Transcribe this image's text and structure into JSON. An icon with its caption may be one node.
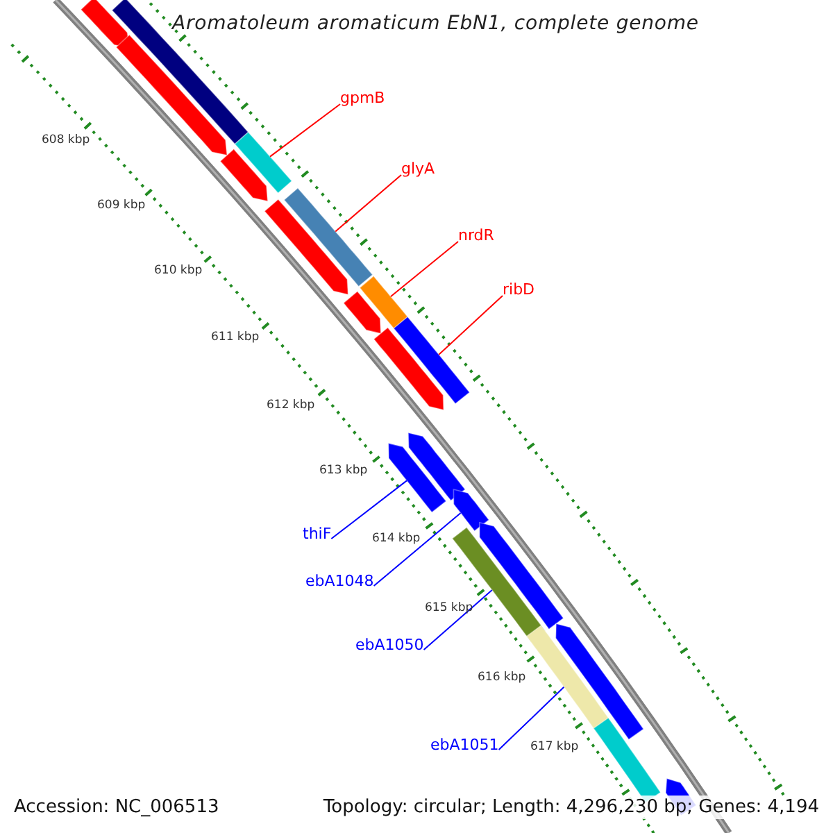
{
  "diagram": {
    "title": "Aromatoleum aromaticum EbN1, complete genome",
    "nodes": [
      {
        "text": [
          "gpmB"
        ]
      },
      {
        "text": [
          "glyA"
        ]
      },
      {
        "text": [
          "nrdR"
        ]
      },
      {
        "text": [
          "ribD"
        ]
      },
      {
        "text": [
          "thiF"
        ]
      },
      {
        "text": [
          "ebA1048"
        ]
      },
      {
        "text": [
          "ebA1050"
        ]
      },
      {
        "text": [
          "ebA1051"
        ]
      },
      {
        "text": [],
        "shape": "bar"
      },
      {
        "text": [],
        "shape": "arrow"
      },
      {
        "text": [],
        "shape": "arrow"
      },
      {
        "text": [],
        "shape": "bar"
      },
      {
        "text": [],
        "shape": "arrow"
      },
      {
        "text": [],
        "shape": "bar"
      },
      {
        "text": [],
        "shape": "arrow"
      },
      {
        "text": [],
        "shape": "bar"
      },
      {
        "text": [],
        "shape": "arrow"
      },
      {
        "text": [],
        "shape": "bar"
      },
      {
        "text": [],
        "shape": "arrow"
      },
      {
        "text": [],
        "shape": "arrow"
      },
      {
        "text": [],
        "shape": "arrow"
      },
      {
        "text": [],
        "shape": "arrow"
      },
      {
        "text": [],
        "shape": "arrow"
      },
      {
        "text": [],
        "shape": "bar"
      },
      {
        "text": [],
        "shape": "arrow"
      },
      {
        "text": [],
        "shape": "bar"
      },
      {
        "text": [],
        "shape": "bar"
      },
      {
        "text": [],
        "shape": "arrow"
      }
    ],
    "edges": [
      {
        "from": 0,
        "to": 11,
        "arrow": "none",
        "color": "#ff0000"
      },
      {
        "from": 1,
        "to": 13,
        "arrow": "none",
        "color": "#ff0000"
      },
      {
        "from": 2,
        "to": 15,
        "arrow": "none",
        "color": "#ff0000"
      },
      {
        "from": 3,
        "to": 17,
        "arrow": "none",
        "color": "#ff0000"
      },
      {
        "from": 4,
        "to": 20,
        "arrow": "none",
        "color": "#0000ff"
      },
      {
        "from": 5,
        "to": 21,
        "arrow": "none",
        "color": "#0000ff"
      },
      {
        "from": 6,
        "to": 23,
        "arrow": "none",
        "color": "#0000ff"
      },
      {
        "from": 7,
        "to": 25,
        "arrow": "none",
        "color": "#0000ff"
      }
    ],
    "labels": [
      "608 kbp",
      "609 kbp",
      "610 kbp",
      "611 kbp",
      "612 kbp",
      "613 kbp",
      "614 kbp",
      "615 kbp",
      "616 kbp",
      "617 kbp",
      "Accession: NC_006513",
      "Topology: circular; Length: 4,296,230 bp; Genes: 4,194"
    ]
  }
}
